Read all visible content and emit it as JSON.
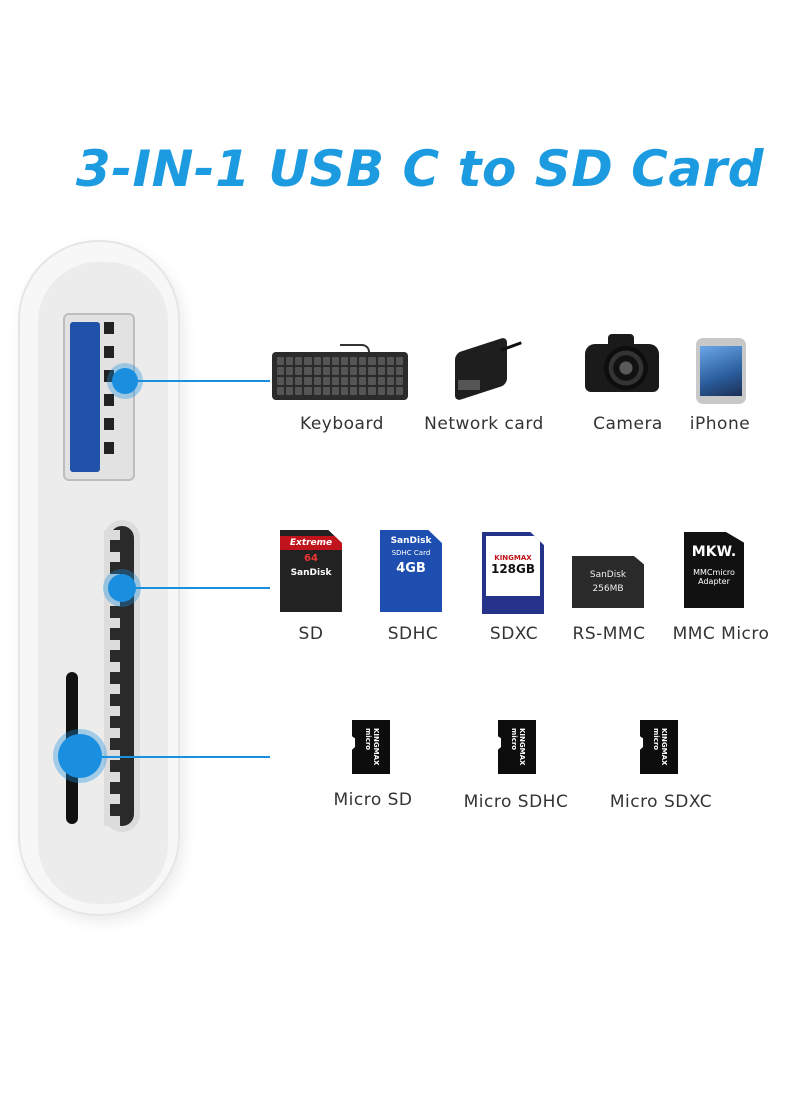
{
  "title": "3-IN-1 USB C to SD Card",
  "rows": [
    {
      "name": "usb",
      "items": [
        {
          "label": "Keyboard",
          "icon": "keyboard-icon"
        },
        {
          "label": "Network card",
          "icon": "network-card-icon"
        },
        {
          "label": "Camera",
          "icon": "camera-icon"
        },
        {
          "label": "iPhone",
          "icon": "iphone-icon"
        }
      ]
    },
    {
      "name": "sd",
      "items": [
        {
          "label": "SD",
          "icon": "sd-card-icon"
        },
        {
          "label": "SDHC",
          "icon": "sdhc-card-icon"
        },
        {
          "label": "SDXC",
          "icon": "sdxc-card-icon"
        },
        {
          "label": "RS-MMC",
          "icon": "rs-mmc-card-icon"
        },
        {
          "label": "MMC Micro",
          "icon": "mmc-micro-card-icon"
        }
      ]
    },
    {
      "name": "microsd",
      "items": [
        {
          "label": "Micro SD",
          "icon": "micro-sd-icon"
        },
        {
          "label": "Micro SDHC",
          "icon": "micro-sdhc-icon"
        },
        {
          "label": "Micro SDXC",
          "icon": "micro-sdxc-icon"
        }
      ]
    }
  ],
  "card_texts": {
    "sd_brand": "SanDisk",
    "sd_band": "Extreme",
    "sd_capacity": "64",
    "sdhc_brand": "SanDisk",
    "sdhc_type": "SDHC Card",
    "sdhc_capacity": "4GB",
    "sdxc_brand": "KINGMAX",
    "sdxc_capacity": "128GB",
    "rsmmc_brand": "SanDisk",
    "rsmmc_capacity": "256MB",
    "mmc_logo": "MKW.",
    "mmc_sub": "MMCmicro Adapter",
    "micro_a": "KINGMAX micro",
    "micro_b": "KINGMAX micro",
    "micro_c": "KINGMAX micro"
  },
  "accent_color": "#1a8fe0"
}
